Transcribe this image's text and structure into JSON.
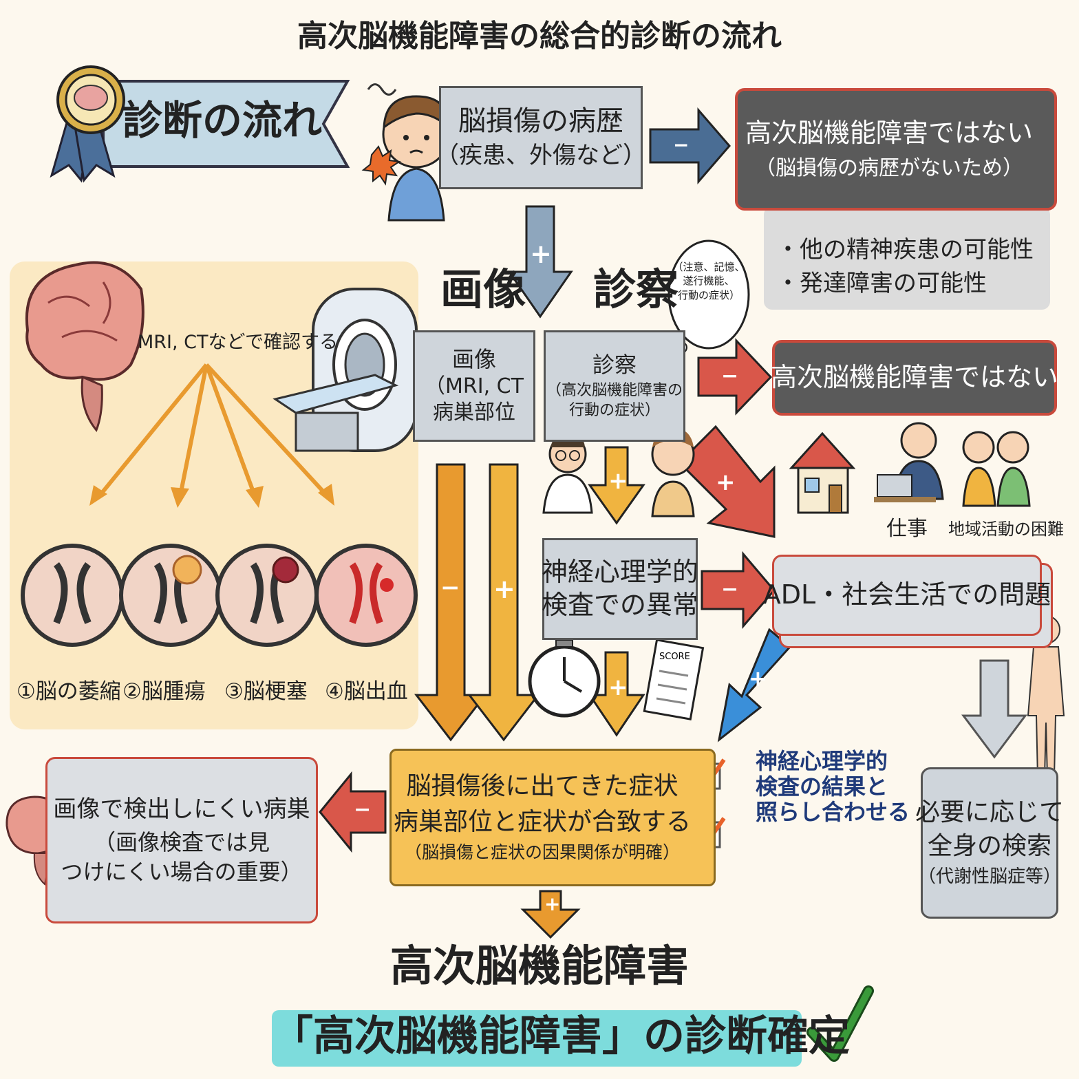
{
  "title": "高次脳機能障害の総合的診断の流れ",
  "badge": "診断の流れ",
  "history_box": {
    "line1": "脳損傷の病歴",
    "line2": "（疾患、外傷など）"
  },
  "not_disorder_1": {
    "line1": "高次脳機能障害ではない",
    "line2": "（脳損傷の病歴がないため）"
  },
  "possibilities": [
    "・他の精神疾患の可能性",
    "・発達障害の可能性"
  ],
  "heading_imaging": "画像",
  "heading_exam": "診察",
  "exam_bubble": [
    "（注意、記憶、",
    "遂行機能、",
    "行動の症状）"
  ],
  "imaging_panel": {
    "caption": "MRI, CTなどで確認する",
    "labels": [
      "①脳の萎縮",
      "②脳腫瘍",
      "③脳梗塞",
      "④脳出血"
    ]
  },
  "imaging_box": {
    "lines": [
      "画像",
      "（MRI, CT",
      "病巣部位"
    ]
  },
  "exam_box": {
    "lines": [
      "診察",
      "（高次脳機能障害の",
      "行動の症状）"
    ]
  },
  "not_disorder_2": "高次脳機能障害ではない",
  "life_labels": {
    "work": "仕事",
    "community": "地域活動の困難"
  },
  "np_box": {
    "line1": "神経心理学的",
    "line2": "検査での異常"
  },
  "score_label": "SCORE",
  "adl_box": "ADL・社会生活での問題",
  "np_compare": [
    "神経心理学的",
    "検査の結果と",
    "照らし合わせる"
  ],
  "whole_body": {
    "line1": "必要に応じて",
    "line2": "全身の検索",
    "line3": "（代謝性脳症等）"
  },
  "hard_detect": {
    "line1": "画像で検出しにくい病巣",
    "line2": "（画像検査では見",
    "line3": "つけにくい場合の重要）"
  },
  "consistency": {
    "line1": "脳損傷後に出てきた症状",
    "line2": "病巣部位と症状が合致する",
    "line3": "（脳損傷と症状の因果関係が明確）"
  },
  "final_title": "高次脳機能障害",
  "final_confirm": "「高次脳機能障害」の診断確定",
  "signs": {
    "plus": "+",
    "minus": "−"
  },
  "colors": {
    "red": "#c94a3c",
    "blue_arrow": "#4a6d94",
    "orange": "#e89a2f",
    "yellow_box": "#f6c257",
    "dark_box": "#5a5a5a",
    "panel": "#fbe9c3",
    "confirm_bg": "#7ddcdc",
    "check_green": "#3a9a3a",
    "text_blue": "#1f3a7a"
  }
}
